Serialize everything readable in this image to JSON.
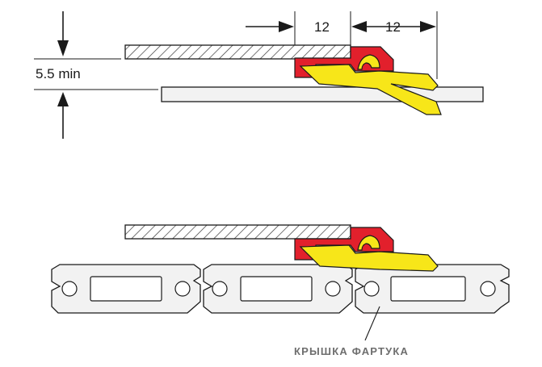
{
  "labels": {
    "dim_left": "12",
    "dim_right": "12",
    "dim_height": "5.5 min",
    "caption": "КРЫШКА ФАРТУКА"
  },
  "colors": {
    "insert_red": "#e2202c",
    "clip_yellow": "#f7e619",
    "strip_fill": "#f2f2f2",
    "outline": "#1a1a1a",
    "hatch": "#3a3a3a"
  }
}
